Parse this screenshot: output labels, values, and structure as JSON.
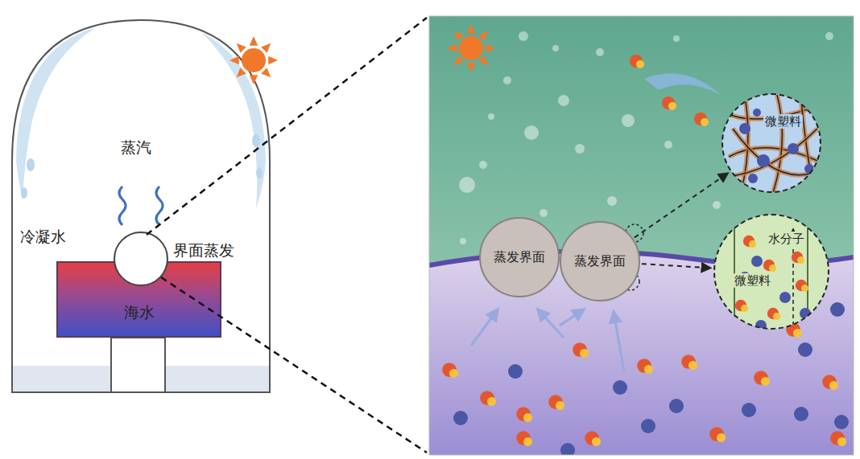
{
  "diagram": {
    "nodes": [
      {
        "text": [
          "蒸汽",
          "冷凝水",
          "界面蒸发"
        ]
      },
      {
        "text": [
          "海水"
        ],
        "in": 0
      },
      {
        "text": [
          "蒸发界面"
        ]
      },
      {
        "text": [
          "蒸发界面"
        ]
      },
      {
        "text": [
          "微塑料"
        ]
      },
      {
        "text": [
          "水分子",
          "微塑料"
        ]
      }
    ],
    "edges": [
      {
        "from": 3,
        "to": 4,
        "arrow": "to"
      },
      {
        "from": 3,
        "to": 5,
        "arrow": "to"
      }
    ]
  }
}
